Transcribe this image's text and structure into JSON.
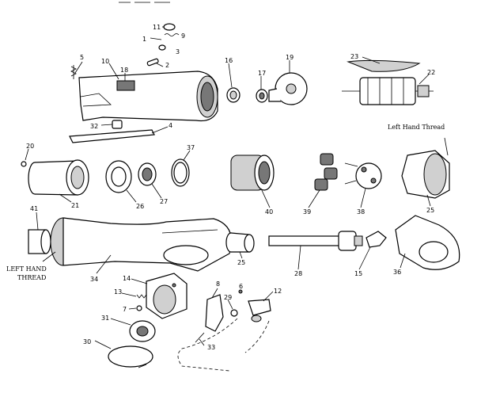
{
  "labels": {
    "l11": "11",
    "l9": "9",
    "l1": "1",
    "l3": "3",
    "l5": "5",
    "l10": "10",
    "l18": "18",
    "l2": "2",
    "l16": "16",
    "l17": "17",
    "l19": "19",
    "l23": "23",
    "l22": "22",
    "l32": "32",
    "l4": "4",
    "l20": "20",
    "l37": "37",
    "l21": "21",
    "l26": "26",
    "l27": "27",
    "l40": "40",
    "l39": "39",
    "l38": "38",
    "l25a": "25",
    "l41": "41",
    "l34": "34",
    "l25b": "25",
    "l28": "28",
    "l15": "15",
    "l36": "36",
    "l14": "14",
    "l8": "8",
    "l6": "6",
    "l13": "13",
    "l7": "7",
    "l29": "29",
    "l12": "12",
    "l31": "31",
    "l33": "33",
    "l30": "30"
  },
  "captions": {
    "left_hand_thread_top": "Left Hand Thread",
    "left_hand_thread_left_1": "LEFT HAND",
    "left_hand_thread_left_2": "THREAD"
  }
}
